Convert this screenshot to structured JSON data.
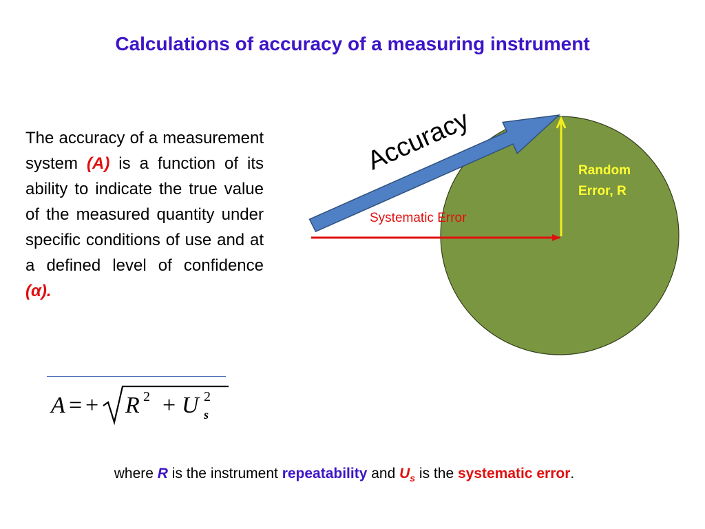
{
  "title": "Calculations of accuracy of a measuring instrument",
  "definition": {
    "text_1": "The accuracy of a measurement system ",
    "symbol_a": "(A)",
    "text_2": " is a function of its ability to indicate the true value of the measured quantity under specific conditions of use and at a defined level of confidence ",
    "symbol_alpha": "(α)."
  },
  "formula": {
    "lhs": "A",
    "equals": "=",
    "plus_sign": "+",
    "term_r": "R",
    "exp_r": "2",
    "plus": "+",
    "term_u": "U",
    "sub_u": "s",
    "exp_u": "2"
  },
  "diagram": {
    "accuracy_label": "Accuracy",
    "random_error_line1": "Random",
    "random_error_line2": "Error, R",
    "systematic_error_label": "Systematic Error",
    "colors": {
      "circle": "#7a9640",
      "accuracy_arrow": "#4f7fc4",
      "systematic_arrow": "#e01010",
      "random_arrow": "#f2ee1c",
      "random_label": "#ffff33",
      "systematic_label": "#e01010"
    }
  },
  "footer": {
    "part_1": "where ",
    "r": "R",
    "part_2": " is the instrument ",
    "repeatability": "repeatability",
    "part_3": " and ",
    "u": "U",
    "u_sub": "s",
    "part_4": " is the ",
    "systematic_error": "systematic error",
    "part_5": "."
  }
}
